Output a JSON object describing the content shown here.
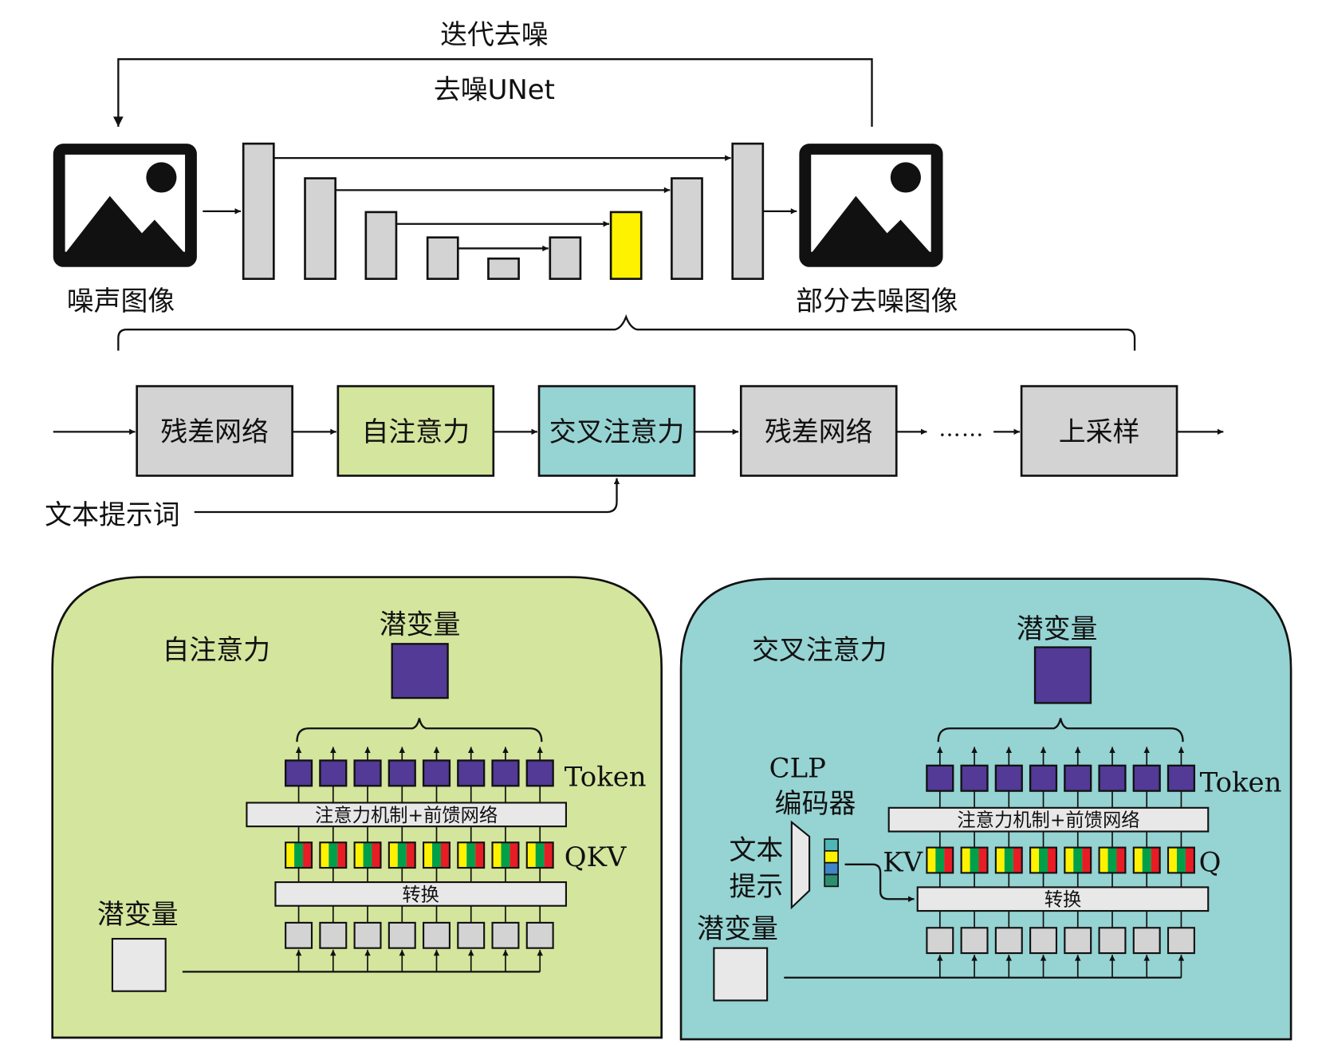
{
  "top": {
    "loop_label": "迭代去噪",
    "unet_label": "去噪UNet",
    "input_image_label": "噪声图像",
    "output_image_label": "部分去噪图像",
    "input_image_icon": "image-icon",
    "output_image_icon": "image-icon",
    "unet_levels": 9,
    "highlight_color": "#fff200"
  },
  "pipeline": {
    "blocks": [
      {
        "label": "残差网络",
        "color": "#d3d3d3"
      },
      {
        "label": "自注意力",
        "color": "#d4e59d"
      },
      {
        "label": "交叉注意力",
        "color": "#96d3d3"
      },
      {
        "label": "残差网络",
        "color": "#d3d3d3"
      },
      {
        "label": "上采样",
        "color": "#d3d3d3"
      }
    ],
    "ellipsis": "……",
    "text_prompt_label": "文本提示词"
  },
  "self_attention_panel": {
    "title": "自注意力",
    "bg_color": "#d4e59d",
    "latent_top_label": "潜变量",
    "latent_bottom_label": "潜变量",
    "token_label": "Token",
    "qkv_label": "QKV",
    "attention_layer_label": "注意力机制+前馈网络",
    "transform_layer_label": "转换",
    "token_count": 8
  },
  "cross_attention_panel": {
    "title": "交叉注意力",
    "bg_color": "#96d3d3",
    "latent_top_label": "潜变量",
    "latent_bottom_label": "潜变量",
    "token_label": "Token",
    "kv_label": "KV",
    "q_label": "Q",
    "encoder_label_line1": "CLP",
    "encoder_label_line2": "编码器",
    "text_prompt_line1": "文本",
    "text_prompt_line2": "提示",
    "attention_layer_label": "注意力机制+前馈网络",
    "transform_layer_label": "转换",
    "token_count": 8,
    "embedding_colors": [
      "#4fb5b5",
      "#fff200",
      "#3f86c7",
      "#2e8f6e"
    ]
  },
  "colors": {
    "token": "#523a96",
    "q": "#fff200",
    "k": "#00a04a",
    "v": "#e81c24"
  }
}
